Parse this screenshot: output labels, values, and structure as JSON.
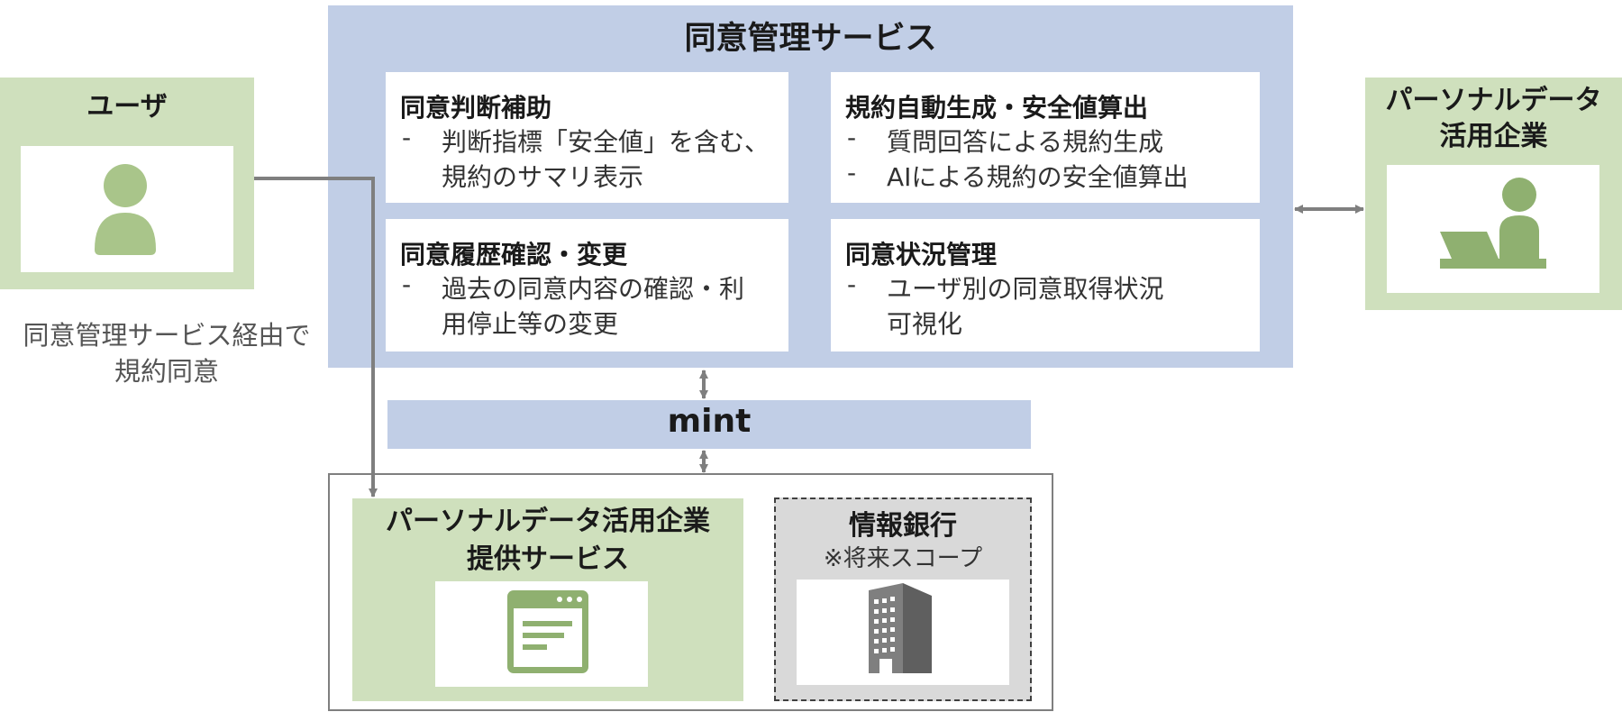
{
  "consent_service": {
    "title": "同意管理サービス",
    "cells": [
      {
        "title": "同意判断補助",
        "items": [
          {
            "line1": "判断指標「安全値」を含む、",
            "line2": "規約のサマリ表示"
          }
        ]
      },
      {
        "title": "規約自動生成・安全値算出",
        "items": [
          {
            "line1": "質問回答による規約生成"
          },
          {
            "line1": "AIによる規約の安全値算出"
          }
        ]
      },
      {
        "title": "同意履歴確認・変更",
        "items": [
          {
            "line1": "過去の同意内容の確認・利",
            "line2": "用停止等の変更"
          }
        ]
      },
      {
        "title": "同意状況管理",
        "items": [
          {
            "line1": "ユーザ別の同意取得状況",
            "line2": "可視化"
          }
        ]
      }
    ]
  },
  "user": {
    "title": "ユーザ",
    "note_line1": "同意管理サービス経由で",
    "note_line2": "規約同意"
  },
  "partner": {
    "title_line1": "パーソナルデータ",
    "title_line2": "活用企業"
  },
  "mint": {
    "label": "mint"
  },
  "personal_data_service": {
    "title_line1": "パーソナルデータ活用企業",
    "title_line2": "提供サービス"
  },
  "info_bank": {
    "title": "情報銀行",
    "note": "※将来スコープ"
  },
  "dash": "-",
  "colors": {
    "service_blue": "#c1cee6",
    "actor_green": "#cfe0bd",
    "icon_green": "#a9c58a",
    "icon_dark_green": "#8fb070",
    "bank_gray": "#d9d9d9",
    "building_gray": "#7f7f7f",
    "arrow_gray": "#7f7f7f"
  },
  "icons": {
    "user": "user-icon",
    "corp": "office-worker-laptop-icon",
    "service": "web-window-icon",
    "bank": "building-icon"
  }
}
